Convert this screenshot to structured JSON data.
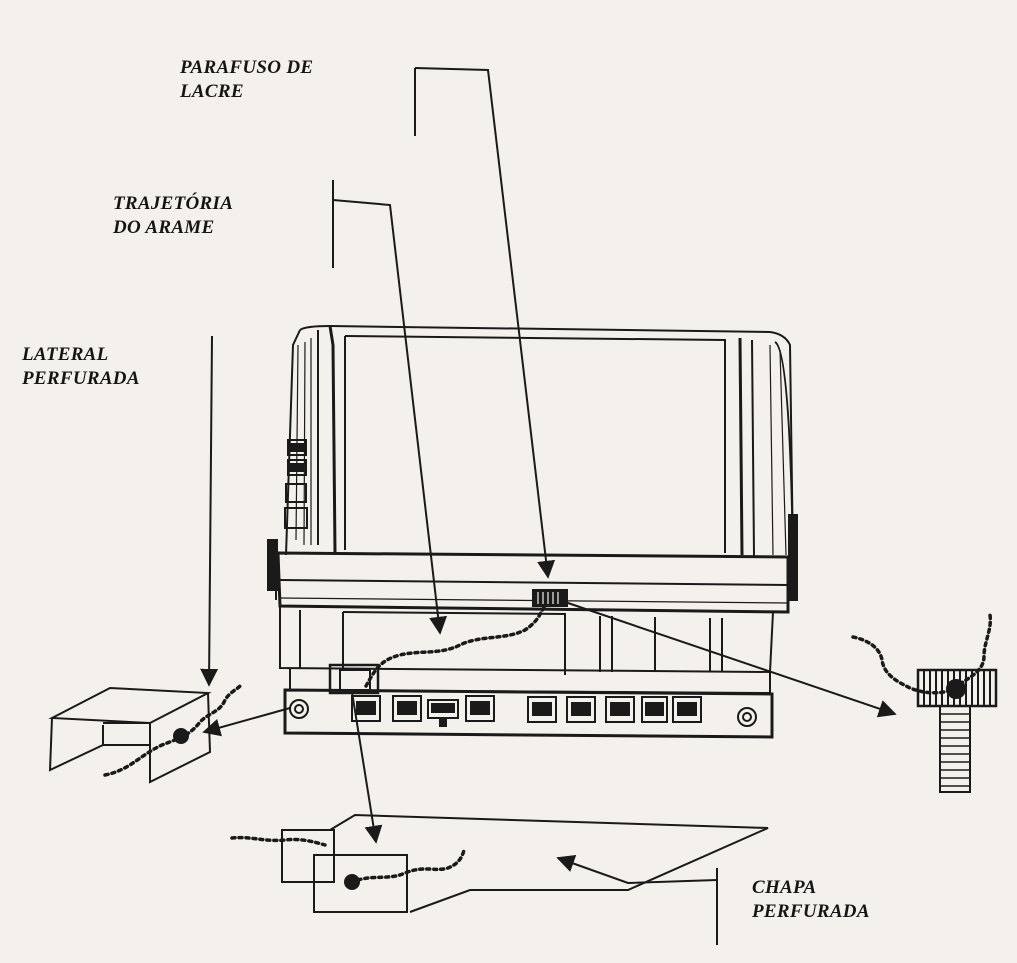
{
  "labels": {
    "parafuso": "PARAFUSO DE\nLACRE",
    "trajetoria": "TRAJETÓRIA\nDO ARAME",
    "lateral": "LATERAL\nPERFURADA",
    "chapa": "CHAPA\nPERFURADA"
  },
  "colors": {
    "ink": "#1a1a1a",
    "paper": "#f4f1ec"
  },
  "icons": {
    "screw": "seal-screw-icon",
    "printer": "printer-drawing"
  }
}
